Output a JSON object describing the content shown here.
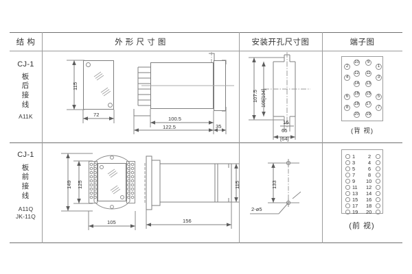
{
  "table": {
    "headers": [
      {
        "id": "structure",
        "label": "结 构"
      },
      {
        "id": "outline-dimension",
        "label": "外 形 尺 寸 图"
      },
      {
        "id": "mounting-hole",
        "label": "安装开孔尺寸图"
      },
      {
        "id": "terminal",
        "label": "端子图"
      }
    ]
  },
  "rows": [
    {
      "structure": {
        "model": "CJ-1",
        "chars": [
          "板",
          "后",
          "接",
          "线"
        ],
        "codes": [
          "A11K"
        ]
      },
      "outline": {
        "front_view": {
          "height": "115",
          "width": "72"
        },
        "side_view": {
          "body_depth": "100.5",
          "front_depth": "35",
          "total_depth": "122.5"
        }
      },
      "mounting": {
        "height": "107.5",
        "height_alt": "105[104]",
        "slot_width": "16",
        "width": "65",
        "width_alt": "[64]"
      },
      "terminal": {
        "caption": "(背 视)",
        "left_column": [
          "2",
          "4",
          "6",
          "8"
        ],
        "right_column": [
          "1",
          "3",
          "5",
          "7"
        ],
        "inner_left": [
          "10",
          "12",
          "14",
          "16",
          "18",
          "20"
        ],
        "inner_right": [
          "9",
          "11",
          "13",
          "15",
          "17",
          "19"
        ]
      }
    },
    {
      "structure": {
        "model": "CJ-1",
        "chars": [
          "板",
          "前",
          "接",
          "线"
        ],
        "codes": [
          "A11Q",
          "JK-11Q"
        ]
      },
      "outline": {
        "front_view": {
          "outer_height": "149",
          "inner_height": "125",
          "width": "105"
        },
        "side_view": {
          "length": "156",
          "height": "115"
        }
      },
      "mounting": {
        "center_distance": "133",
        "hole_note": "2-ø5"
      },
      "terminal": {
        "caption": "(前 视)",
        "left_column": [
          "1",
          "3",
          "5",
          "7",
          "9",
          "11",
          "13",
          "15",
          "17",
          "19"
        ],
        "right_column": [
          "2",
          "4",
          "6",
          "8",
          "10",
          "12",
          "14",
          "16",
          "18",
          "20"
        ]
      }
    }
  ]
}
